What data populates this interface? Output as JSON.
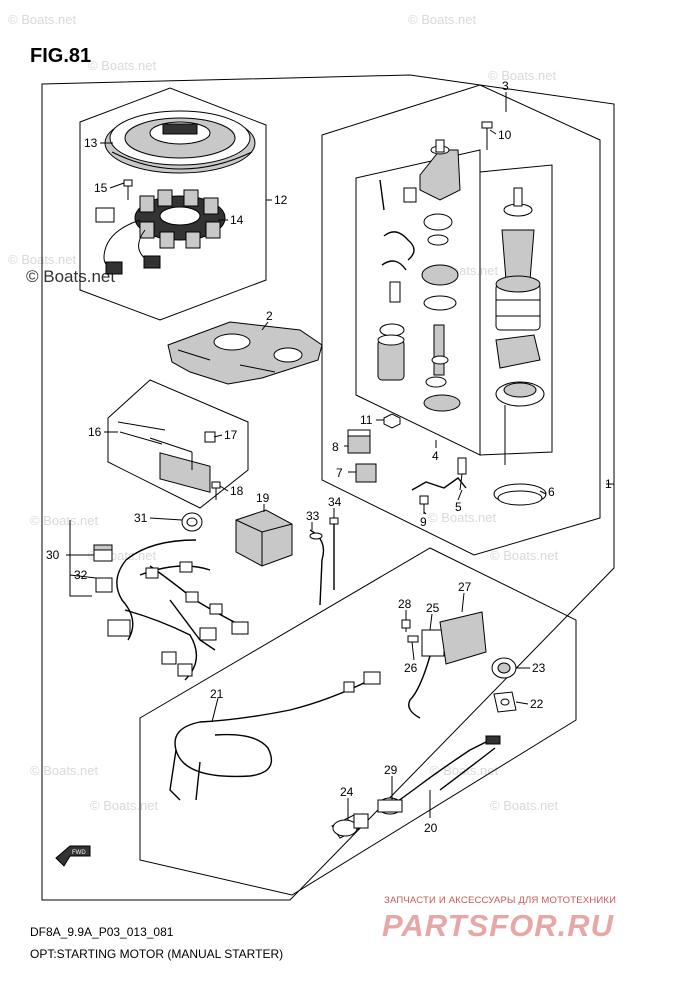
{
  "figure": {
    "title": "FIG.81",
    "code": "DF8A_9.9A_P03_013_081",
    "caption": "OPT:STARTING MOTOR (MANUAL STARTER)"
  },
  "watermark": {
    "faint_text": "© Boats.net",
    "strong_text": "© Boats.net",
    "color": "#d9d9d9"
  },
  "advert": {
    "tagline": "ЗАПЧАСТИ И АКСЕССУАРЫ ДЛЯ МОТОТЕХНИКИ",
    "logo_text": "PARTSFOR.RU",
    "color": "#e8a7a7"
  },
  "fwd_icon_label": "FWD",
  "callouts": [
    "1",
    "2",
    "3",
    "4",
    "5",
    "6",
    "7",
    "8",
    "9",
    "10",
    "11",
    "12",
    "13",
    "14",
    "15",
    "16",
    "17",
    "18",
    "19",
    "20",
    "21",
    "22",
    "23",
    "24",
    "25",
    "26",
    "27",
    "28",
    "29",
    "30",
    "31",
    "32",
    "33",
    "34"
  ]
}
